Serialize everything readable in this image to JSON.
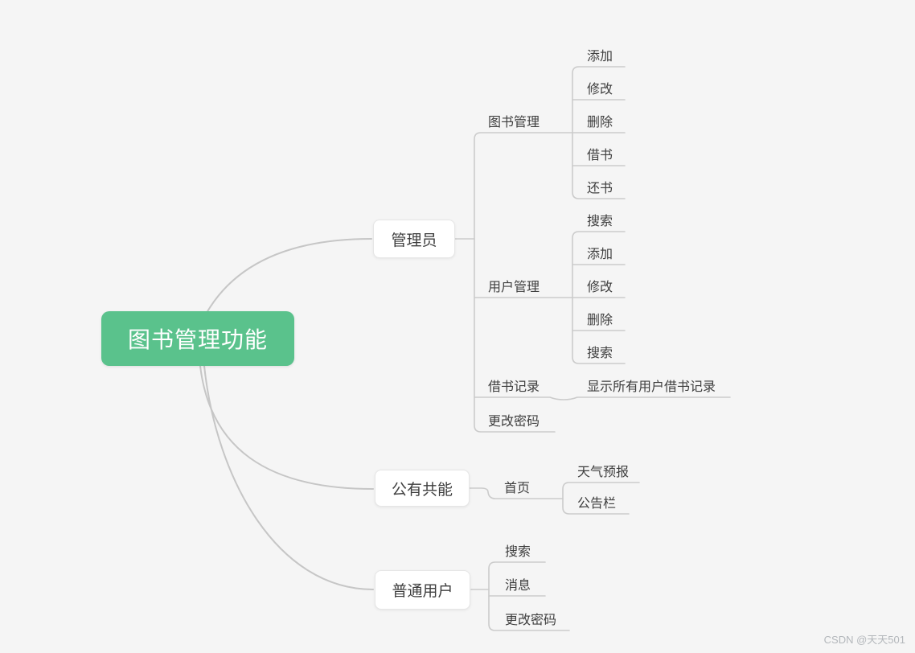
{
  "root": {
    "label": "图书管理功能"
  },
  "admin": {
    "label": "管理员",
    "book_mgmt": {
      "label": "图书管理",
      "items": [
        "添加",
        "修改",
        "删除",
        "借书",
        "还书"
      ]
    },
    "user_mgmt": {
      "label": "用户管理",
      "items": [
        "搜索",
        "添加",
        "修改",
        "删除",
        "搜索"
      ]
    },
    "borrow_records": {
      "label": "借书记录",
      "items": [
        "显示所有用户借书记录"
      ]
    },
    "change_password": {
      "label": "更改密码"
    }
  },
  "public_funcs": {
    "label": "公有共能",
    "home": {
      "label": "首页",
      "items": [
        "天气预报",
        "公告栏"
      ]
    }
  },
  "normal_user": {
    "label": "普通用户",
    "items": [
      "搜索",
      "消息",
      "更改密码"
    ]
  },
  "watermark": "CSDN @天天501",
  "colors": {
    "background": "#f5f5f5",
    "root_bg": "#5ac28c",
    "root_text": "#ffffff",
    "line": "#c9c9c9",
    "text": "#3e3e3e",
    "watermark": "#b3b7bb"
  }
}
